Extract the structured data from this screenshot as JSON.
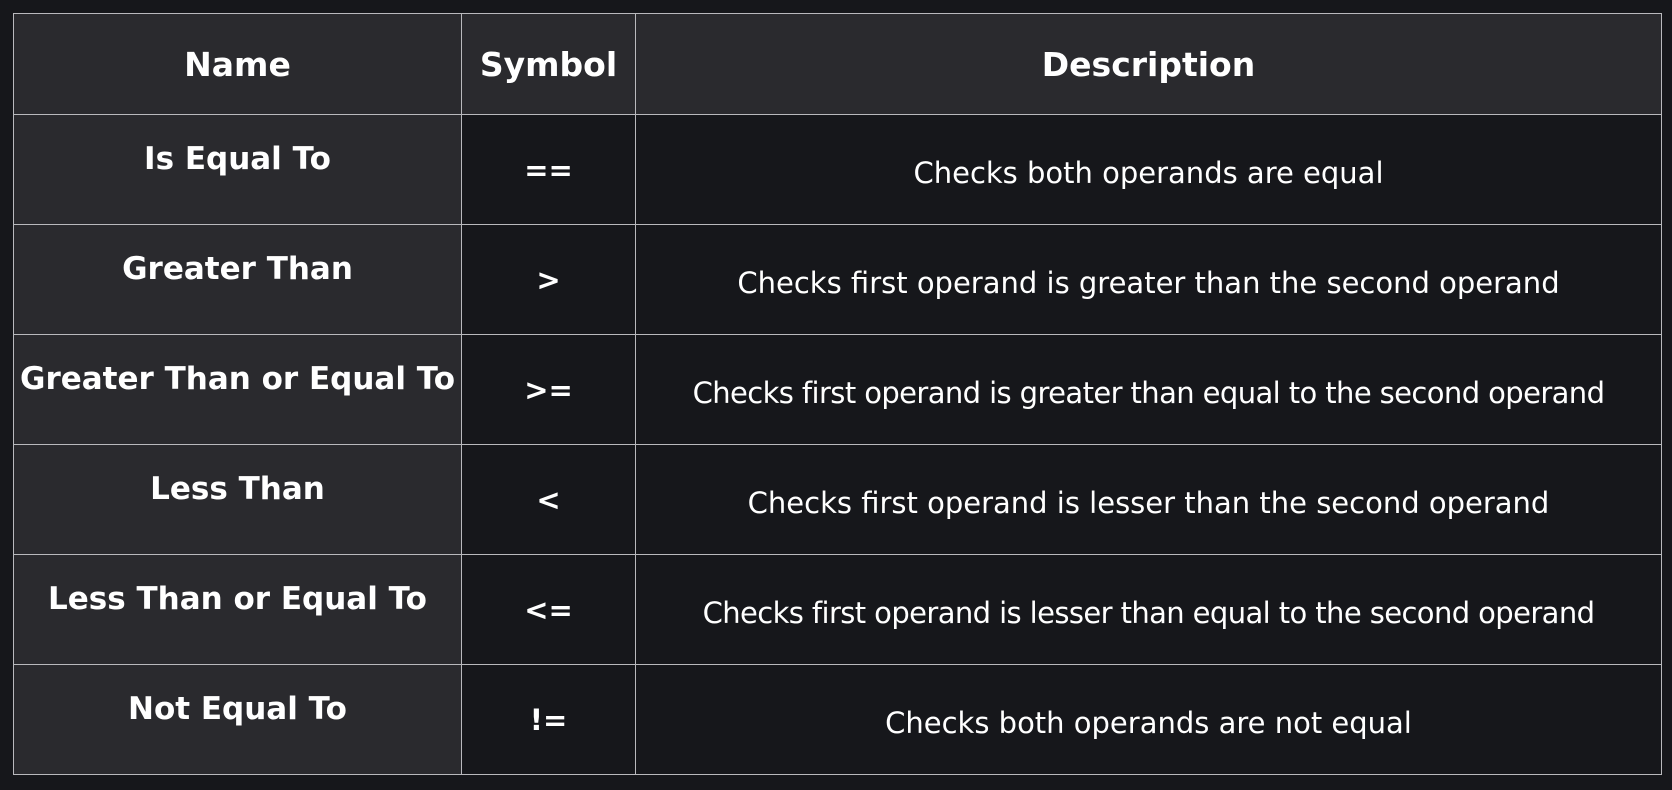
{
  "table": {
    "headers": {
      "name": "Name",
      "symbol": "Symbol",
      "description": "Description"
    },
    "rows": [
      {
        "name": "Is Equal To",
        "symbol": "==",
        "description": "Checks both operands are equal"
      },
      {
        "name": "Greater Than",
        "symbol": ">",
        "description": "Checks first operand is greater than the second operand"
      },
      {
        "name": "Greater Than or Equal To",
        "symbol": ">=",
        "description": "Checks first operand is greater than equal to the second operand"
      },
      {
        "name": "Less Than",
        "symbol": "<",
        "description": "Checks first operand is lesser than the second operand"
      },
      {
        "name": "Less Than or Equal To",
        "symbol": "<=",
        "description": "Checks first operand is lesser than equal to the second operand"
      },
      {
        "name": "Not Equal To",
        "symbol": "!=",
        "description": "Checks both operands are not equal"
      }
    ]
  },
  "colors": {
    "background": "#16171b",
    "header_cell": "#2a2a2e",
    "border": "#b9b9bd",
    "text": "#ffffff"
  }
}
